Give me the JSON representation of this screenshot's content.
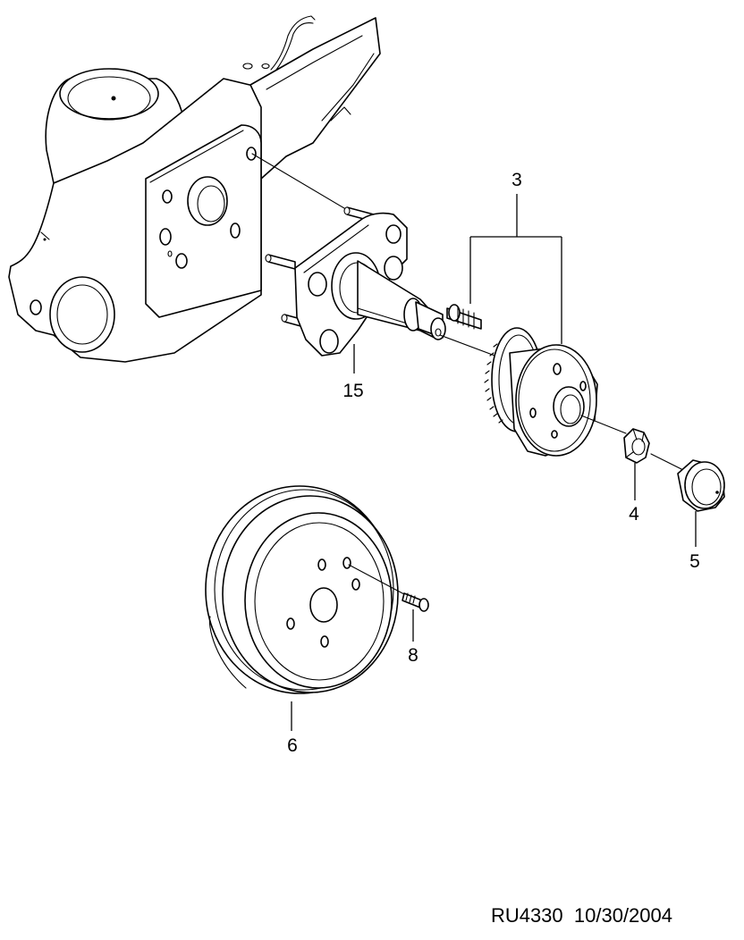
{
  "callouts": {
    "brake_drum_hub": "3",
    "brake_backing_plate": "15",
    "hub_nut": "4",
    "hub_cap": "5",
    "brake_drum": "6",
    "drum_screw": "8"
  },
  "footer": {
    "drawing_code": "RU4330",
    "date": "10/30/2004"
  }
}
